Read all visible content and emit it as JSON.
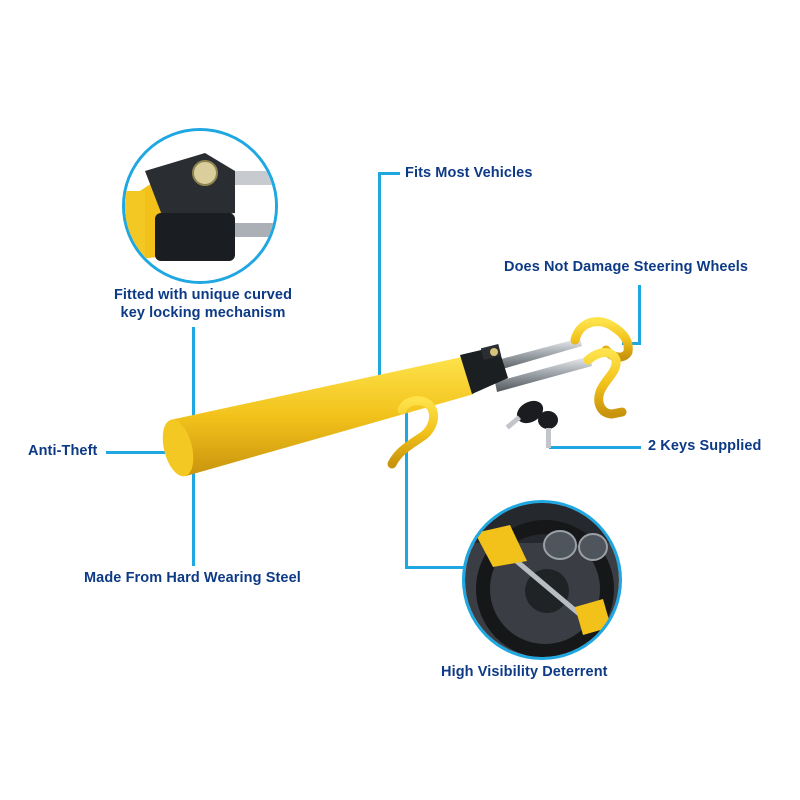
{
  "product": "Steering wheel lock",
  "colors": {
    "label_text": "#0d3a86",
    "callout_line": "#1ea7e1",
    "product_yellow": "#f2c21b",
    "lock_black": "#1c1f22",
    "steel": "#b9bec3"
  },
  "callouts": {
    "lock_mechanism": {
      "line1": "Fitted with unique curved",
      "line2": "key locking mechanism"
    },
    "fits": "Fits Most Vehicles",
    "no_damage": "Does Not Damage Steering Wheels",
    "anti_theft": "Anti-Theft",
    "keys": "2 Keys Supplied",
    "steel": "Made From Hard Wearing Steel",
    "visibility": "High Visibility Deterrent"
  },
  "insets": [
    {
      "name": "lock-mechanism-closeup",
      "description": "Close-up of curved key lock cylinder on black housing"
    },
    {
      "name": "installed-on-steering-wheel",
      "description": "Lock fitted across car steering wheel"
    }
  ]
}
